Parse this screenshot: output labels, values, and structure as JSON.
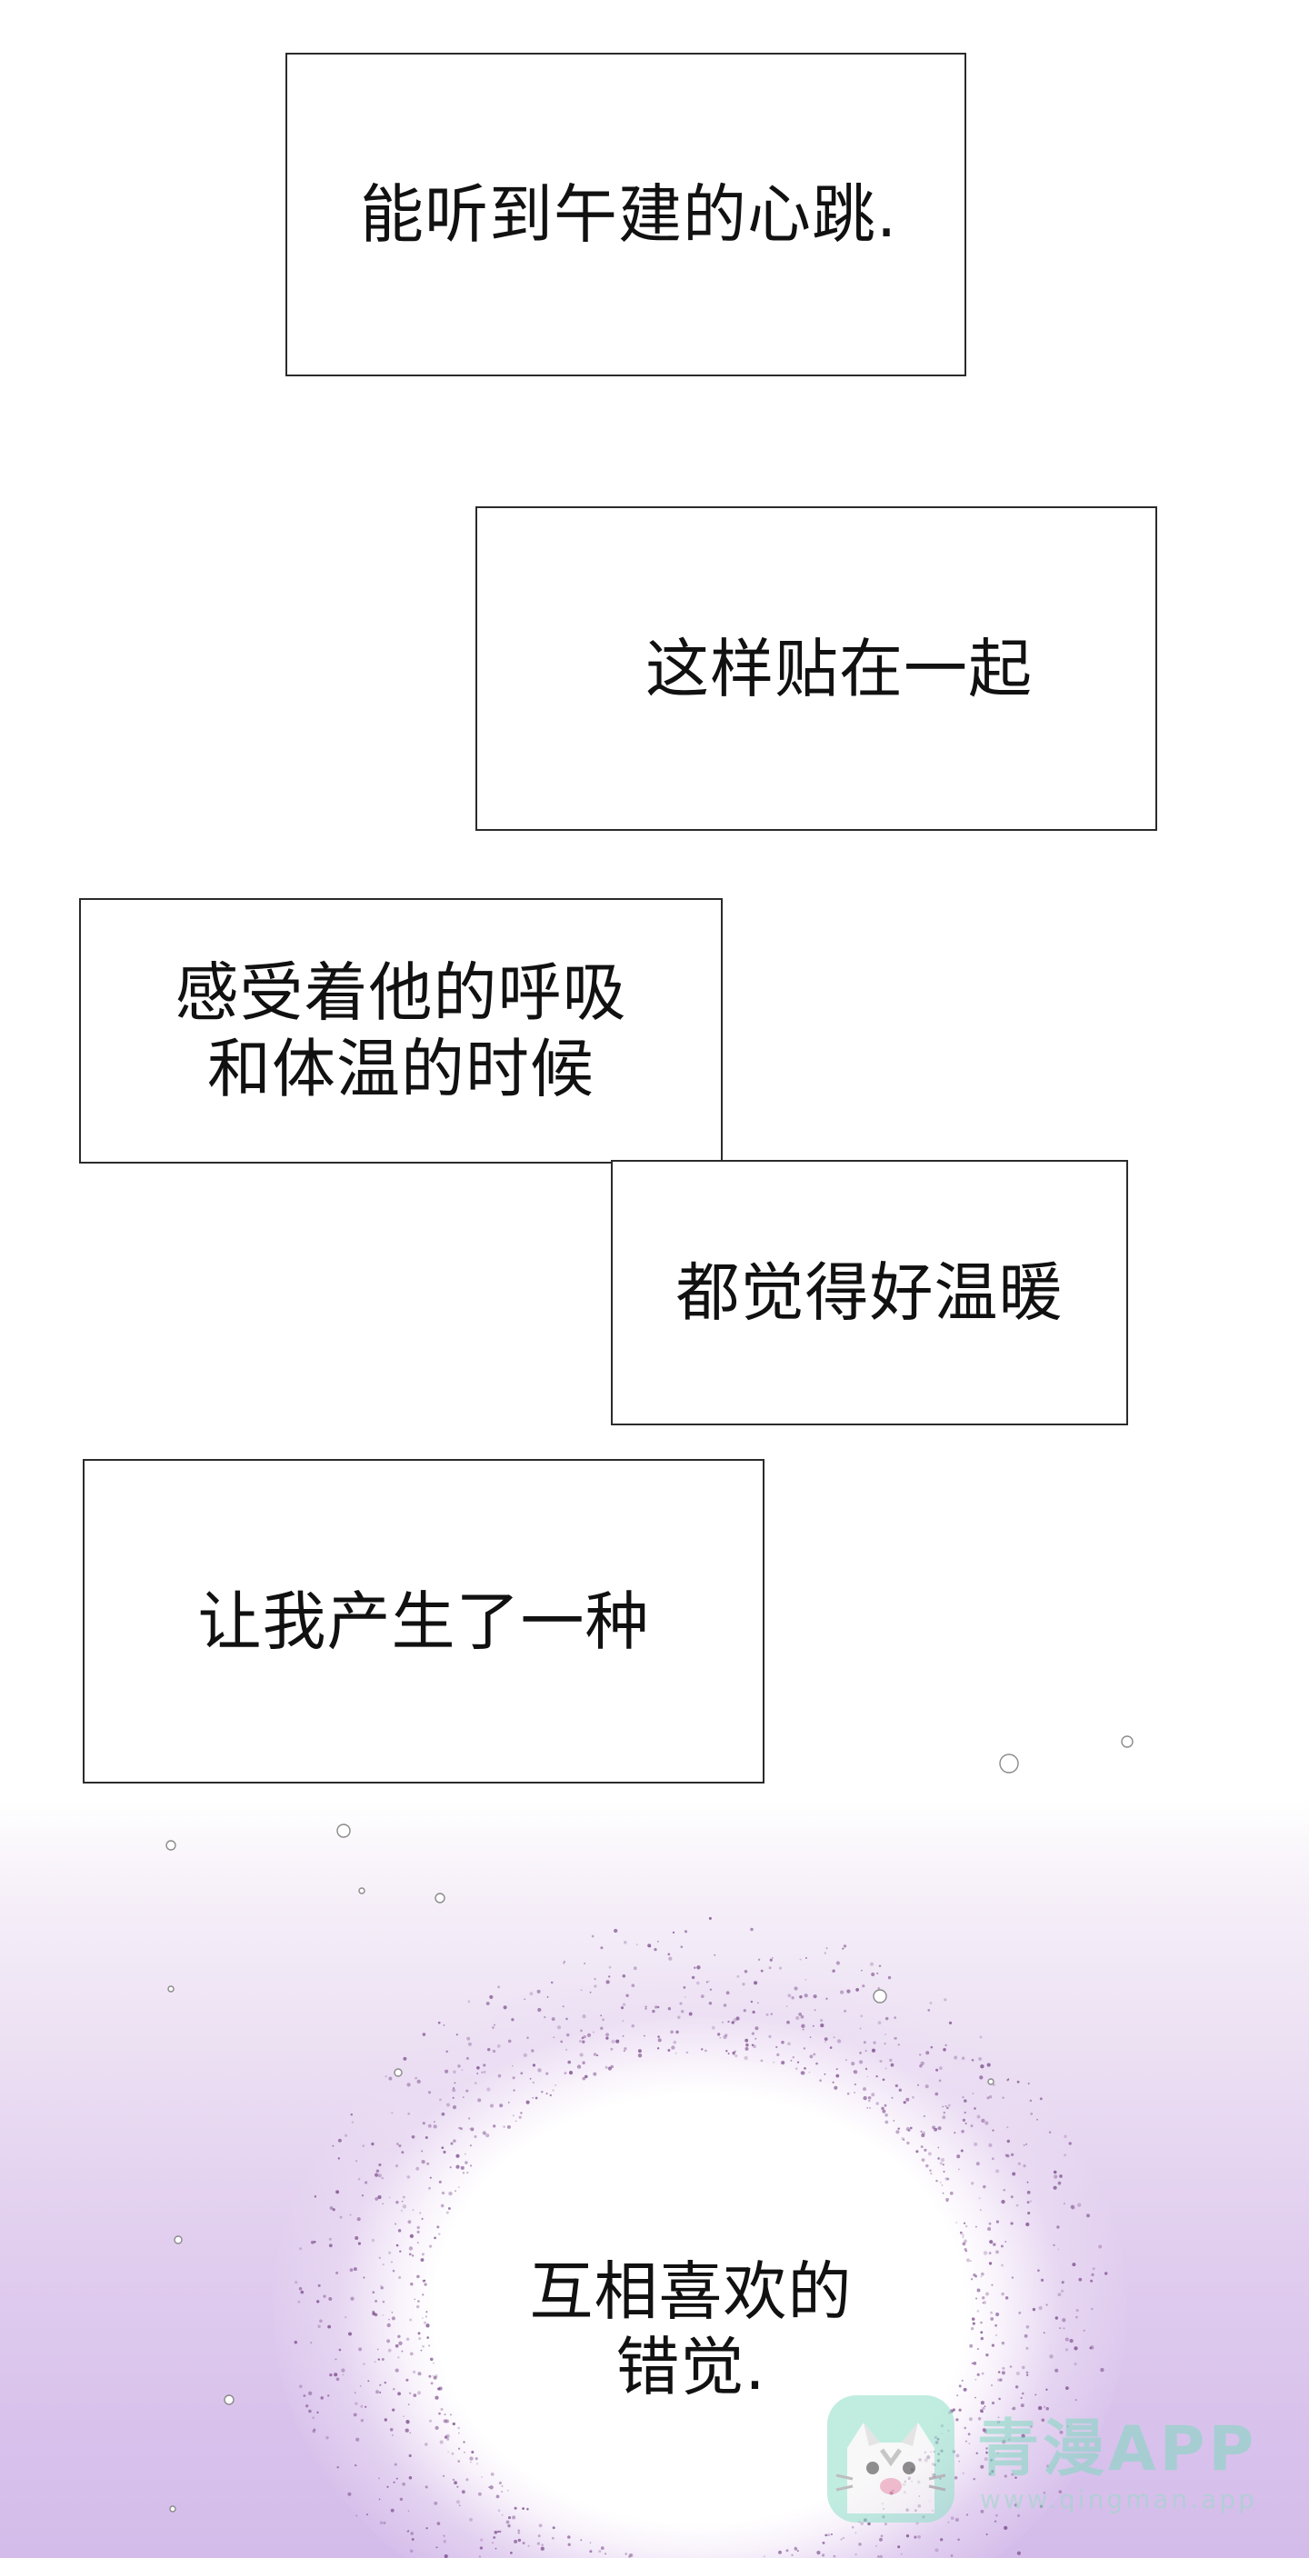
{
  "captions": {
    "c1": "能听到午建的心跳.",
    "c2": "这样贴在一起",
    "c3_line1": "感受着他的呼吸",
    "c3_line2": "和体温的时候",
    "c4": "都觉得好温暖",
    "c5": "让我产生了一种",
    "c6_line1": "互相喜欢的",
    "c6_line2": "错觉."
  },
  "watermark": {
    "title": "青漫APP",
    "url": "www.qingman.app",
    "icon": "cat-icon",
    "color": "#7fd8bf"
  },
  "colors": {
    "background_bottom": "#d4bcea",
    "text": "#111111",
    "stipple": "#7a4c8a"
  }
}
